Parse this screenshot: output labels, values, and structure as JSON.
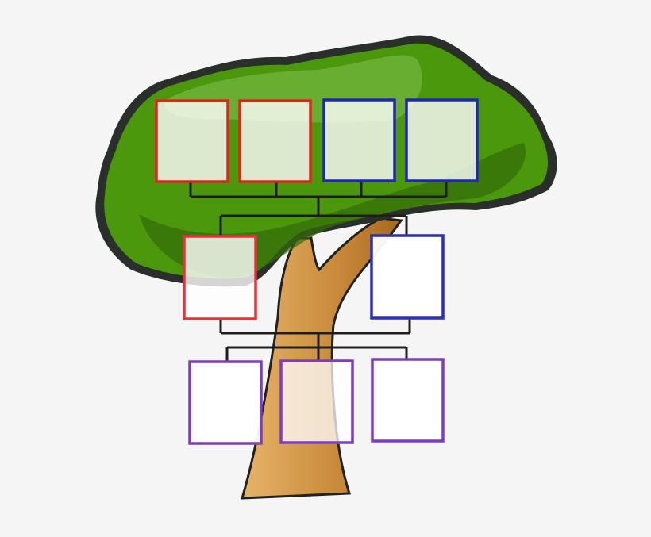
{
  "colors": {
    "background": "#f5f5f5",
    "canopy": "#4c980c",
    "canopy_outline": "#2b2f2b",
    "trunk": "#c98a3a",
    "connector": "#1e1e1e",
    "generation_1_paternal": "#e0251f",
    "generation_1_maternal": "#1f27b0",
    "generation_2_father": "#e8313a",
    "generation_2_mother": "#2a2fc0",
    "generation_3_children": "#7b3dc6"
  },
  "boxes": {
    "grandparents": [
      "red",
      "red",
      "blue",
      "blue"
    ],
    "parents": [
      "red",
      "blue"
    ],
    "children": [
      "purple",
      "purple",
      "purple"
    ]
  }
}
